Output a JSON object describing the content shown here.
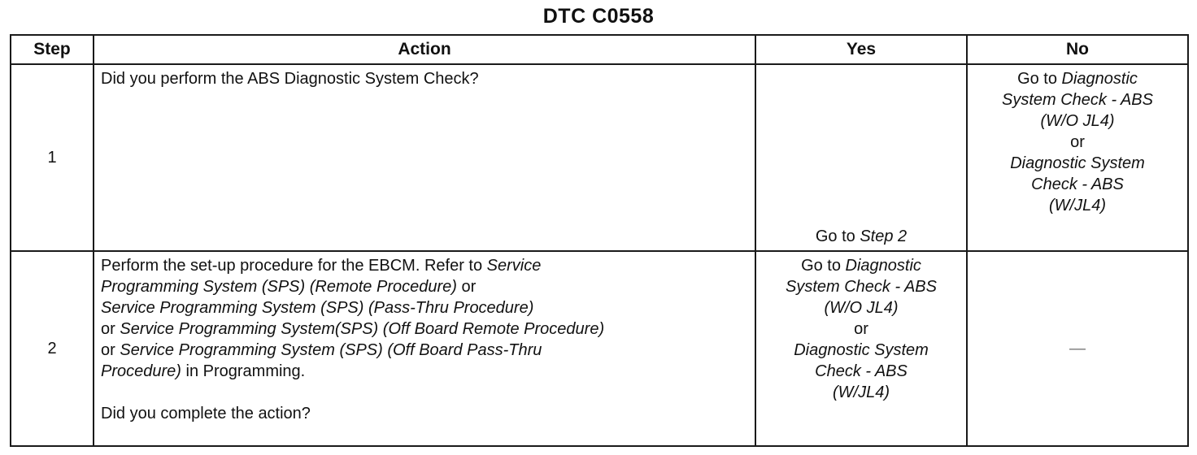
{
  "title": "DTC C0558",
  "table": {
    "headers": {
      "step": "Step",
      "action": "Action",
      "yes": "Yes",
      "no": "No"
    },
    "rows": [
      {
        "step": "1",
        "action": "Did you perform the ABS Diagnostic System Check?",
        "yes": {
          "prefix": "Go to",
          "link": "Step 2"
        },
        "no": {
          "prefix": "Go to",
          "link1_line1": "Diagnostic",
          "link1_line2": "System Check - ABS",
          "link1_line3": "(W/O JL4)",
          "or": "or",
          "link2_line1": "Diagnostic System",
          "link2_line2": "Check - ABS",
          "link2_line3": "(W/JL4)"
        }
      },
      {
        "step": "2",
        "action": {
          "l1_plain": "Perform the set-up procedure for the EBCM. Refer to",
          "l1_link": "Service",
          "l2_link": "Programming System (SPS) (Remote Procedure)",
          "l2_plain": "or",
          "l3_link": "Service Programming System (SPS) (Pass-Thru Procedure)",
          "l4_plain": "or",
          "l4_link": "Service Programming System(SPS) (Off Board Remote Procedure)",
          "l5_plain": "or",
          "l5_link": "Service Programming System (SPS) (Off Board Pass-Thru",
          "l6_link": "Procedure)",
          "l6_plain": "in Programming.",
          "question": "Did you complete the action?"
        },
        "yes": {
          "prefix": "Go to",
          "link1_line1": "Diagnostic",
          "link1_line2": "System Check - ABS",
          "link1_line3": "(W/O JL4)",
          "or": "or",
          "link2_line1": "Diagnostic System",
          "link2_line2": "Check - ABS",
          "link2_line3": "(W/JL4)"
        },
        "no": "—"
      }
    ]
  }
}
